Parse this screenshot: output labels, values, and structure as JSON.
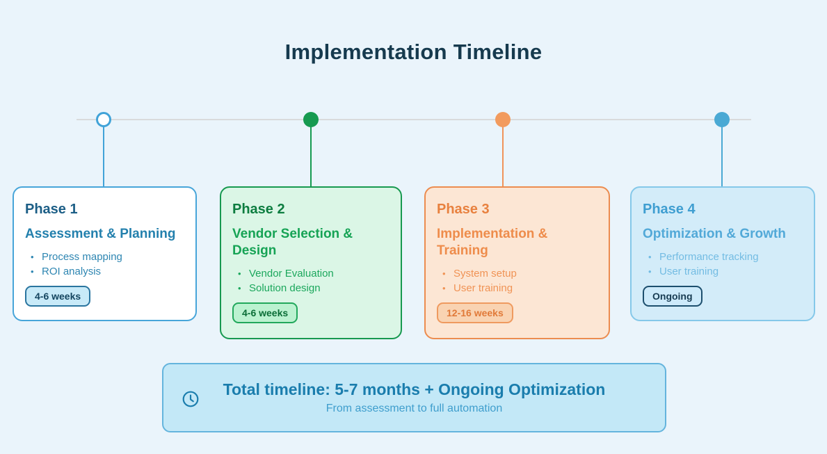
{
  "title": "Implementation Timeline",
  "colors": {
    "background": "#eaf4fb",
    "title_text": "#163a4e",
    "timeline_line": "#d9dadc",
    "phase1_accent": "#47a5d9",
    "phase2_accent": "#17994f",
    "phase3_accent": "#ec8c4f",
    "phase4_accent": "#4aa9d4",
    "banner_bg": "#c3e8f7",
    "banner_border": "#64b4dd",
    "banner_text": "#1a7dad"
  },
  "phases": [
    {
      "name": "Phase 1",
      "title": "Assessment & Planning",
      "items": [
        "Process mapping",
        "ROI analysis"
      ],
      "duration": "4-6 weeks",
      "accent": "#47a5d9",
      "dot_style": "hollow"
    },
    {
      "name": "Phase 2",
      "title": "Vendor Selection & Design",
      "items": [
        "Vendor Evaluation",
        "Solution design"
      ],
      "duration": "4-6 weeks",
      "accent": "#169a50",
      "dot_style": "filled"
    },
    {
      "name": "Phase 3",
      "title": "Implementation & Training",
      "items": [
        "System setup",
        "User training"
      ],
      "duration": "12-16 weeks",
      "accent": "#f29b5e",
      "dot_style": "filled"
    },
    {
      "name": "Phase 4",
      "title": "Optimization & Growth",
      "items": [
        "Performance tracking",
        "User training"
      ],
      "duration": "Ongoing",
      "accent": "#4aa9d4",
      "dot_style": "filled"
    }
  ],
  "summary": {
    "icon": "clock-icon",
    "title": "Total timeline: 5-7 months + Ongoing Optimization",
    "subtitle": "From assessment to full automation"
  }
}
